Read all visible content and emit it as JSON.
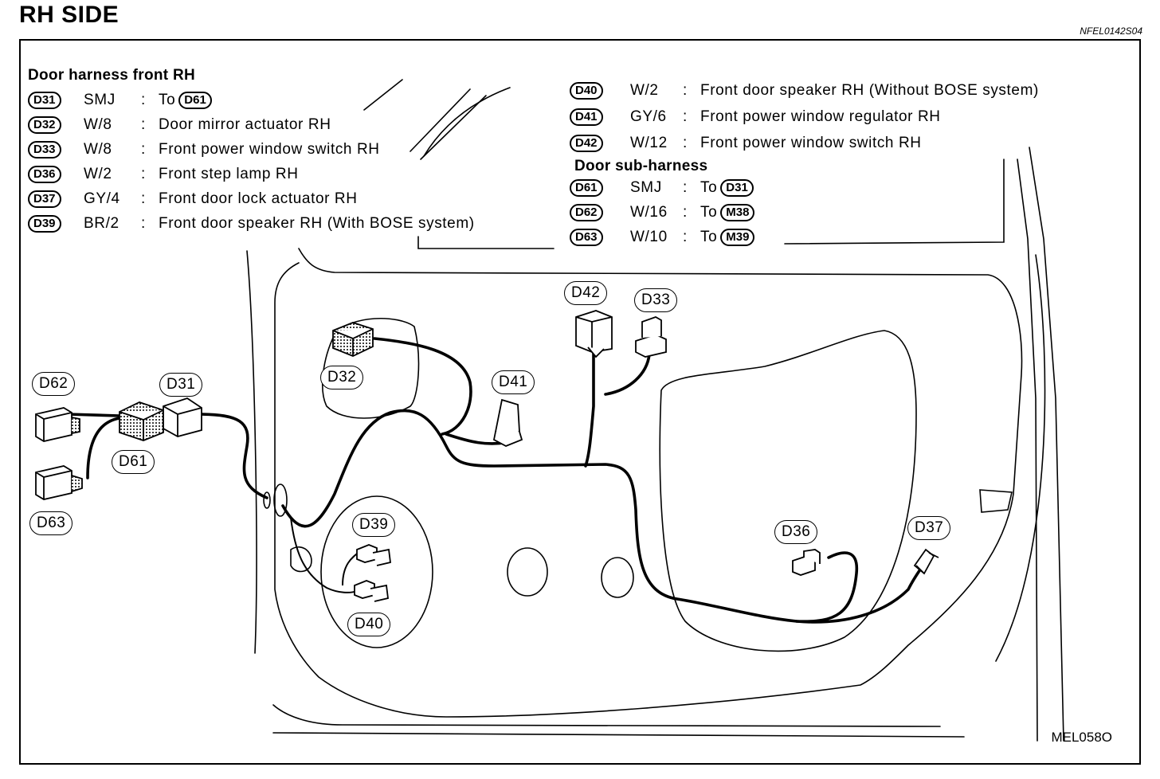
{
  "page_title": "RH SIDE",
  "reference_code": "NFEL0142S04",
  "figure_code": "MEL058O",
  "legend_left": {
    "heading": "Door harness front RH",
    "rows": [
      {
        "code": "D31",
        "wire": "SMJ",
        "desc": "To",
        "to": "D61"
      },
      {
        "code": "D32",
        "wire": "W/8",
        "desc": "Door mirror actuator RH"
      },
      {
        "code": "D33",
        "wire": "W/8",
        "desc": "Front power window switch RH"
      },
      {
        "code": "D36",
        "wire": "W/2",
        "desc": "Front step lamp RH"
      },
      {
        "code": "D37",
        "wire": "GY/4",
        "desc": "Front door lock actuator RH"
      },
      {
        "code": "D39",
        "wire": "BR/2",
        "desc": "Front door speaker RH (With BOSE system)"
      }
    ]
  },
  "legend_right": {
    "rows": [
      {
        "code": "D40",
        "wire": "W/2",
        "desc": "Front door speaker RH (Without BOSE system)"
      },
      {
        "code": "D41",
        "wire": "GY/6",
        "desc": "Front power window regulator RH"
      },
      {
        "code": "D42",
        "wire": "W/12",
        "desc": "Front power window switch RH"
      }
    ],
    "sub_heading": "Door sub-harness",
    "sub_rows": [
      {
        "code": "D61",
        "wire": "SMJ",
        "desc": "To",
        "to": "D31"
      },
      {
        "code": "D62",
        "wire": "W/16",
        "desc": "To",
        "to": "M38"
      },
      {
        "code": "D63",
        "wire": "W/10",
        "desc": "To",
        "to": "M39"
      }
    ]
  },
  "connector_callouts": [
    {
      "id": "D62",
      "label": "D62"
    },
    {
      "id": "D31",
      "label": "D31"
    },
    {
      "id": "D61",
      "label": "D61"
    },
    {
      "id": "D63",
      "label": "D63"
    },
    {
      "id": "D32",
      "label": "D32"
    },
    {
      "id": "D41",
      "label": "D41"
    },
    {
      "id": "D42",
      "label": "D42"
    },
    {
      "id": "D33",
      "label": "D33"
    },
    {
      "id": "D39",
      "label": "D39"
    },
    {
      "id": "D40",
      "label": "D40"
    },
    {
      "id": "D36",
      "label": "D36"
    },
    {
      "id": "D37",
      "label": "D37"
    }
  ]
}
